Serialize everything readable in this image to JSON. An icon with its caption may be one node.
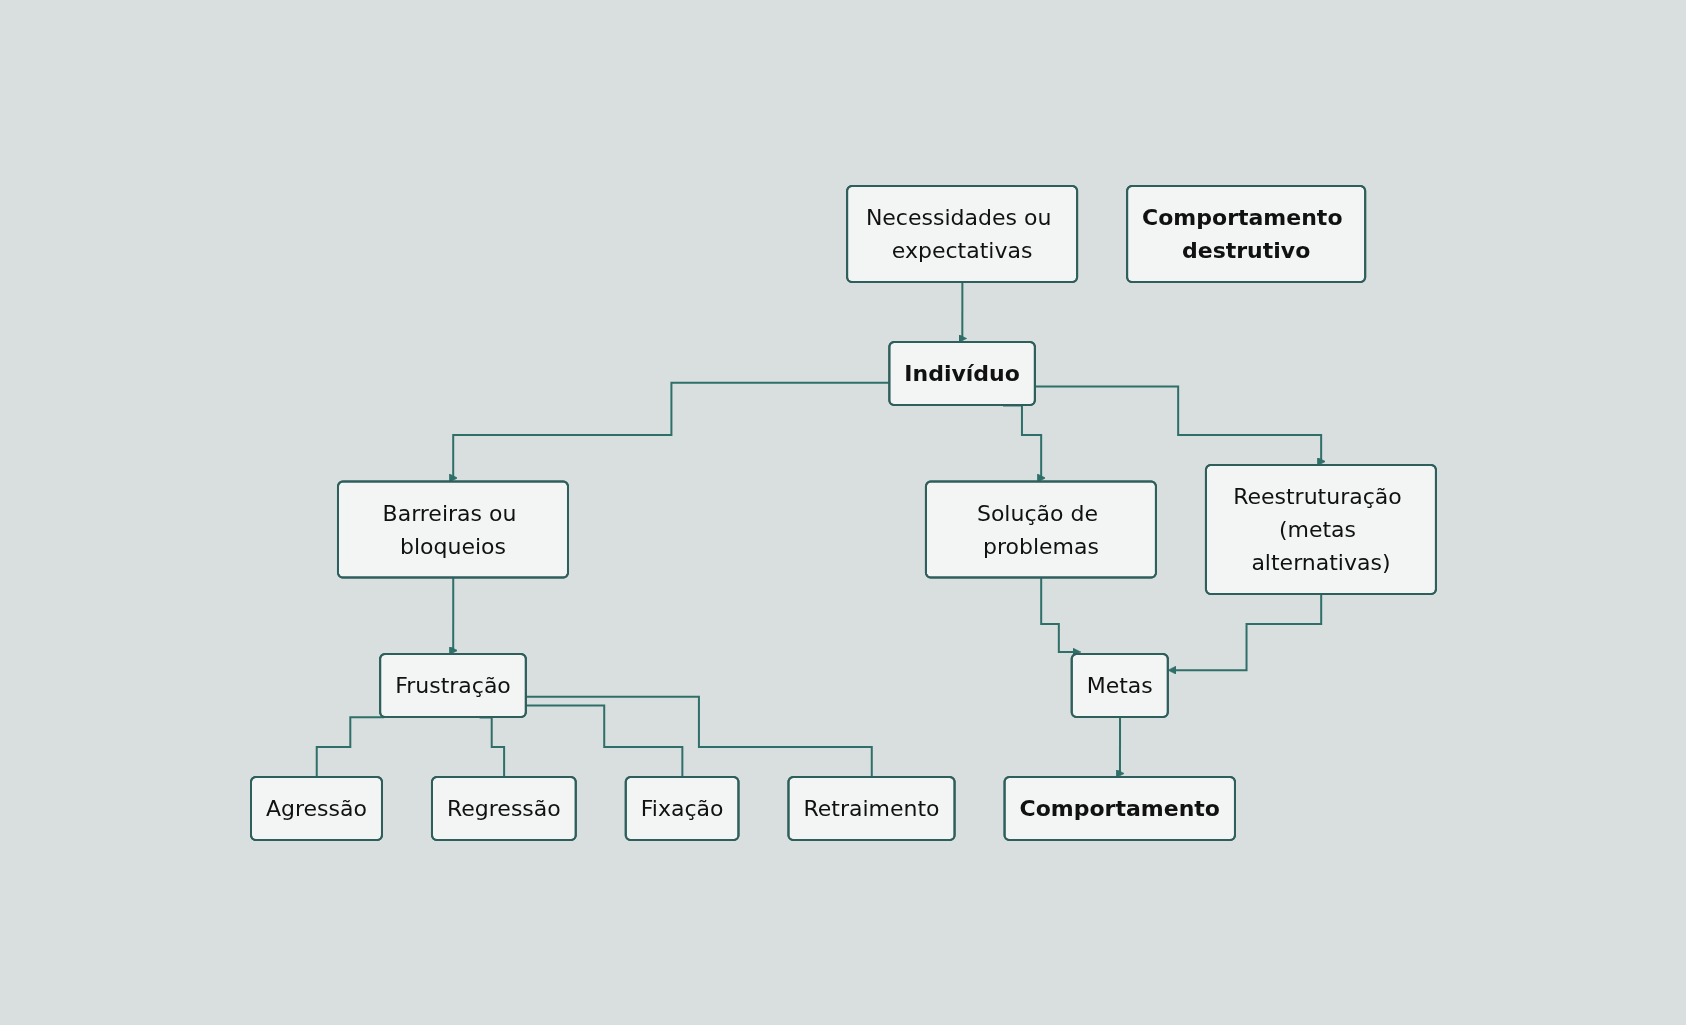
{
  "diagram": {
    "nodes": [
      {
        "text": [
          "Necessidades ou expectativas"
        ]
      },
      {
        "text": [
          "Indivíduo"
        ]
      },
      {
        "text": [
          "Barreiras ou bloqueios"
        ]
      },
      {
        "text": [
          "Solução de problemas"
        ]
      },
      {
        "text": [
          "Frustração"
        ]
      },
      {
        "text": [
          "Reestruturação (metas alternativas)"
        ]
      },
      {
        "text": [
          "Metas"
        ]
      },
      {
        "text": [
          "Comportamento"
        ]
      },
      {
        "text": [
          "Agressão"
        ]
      },
      {
        "text": [
          "Regressão"
        ]
      },
      {
        "text": [
          "Fixação"
        ]
      },
      {
        "text": [
          "Retraimento"
        ]
      },
      {
        "text": [
          "Comportamento destrutivo"
        ]
      }
    ],
    "edges": [
      {
        "from": 0,
        "to": 1,
        "arrow": "to"
      },
      {
        "from": 1,
        "to": 2,
        "arrow": "to"
      },
      {
        "from": 1,
        "to": 3,
        "arrow": "to"
      },
      {
        "from": 1,
        "to": 5,
        "arrow": "to"
      },
      {
        "from": 2,
        "to": 4,
        "arrow": "to"
      },
      {
        "from": 3,
        "to": 6,
        "arrow": "to"
      },
      {
        "from": 5,
        "to": 6,
        "arrow": "to"
      },
      {
        "from": 6,
        "to": 7,
        "arrow": "to"
      },
      {
        "from": 4,
        "to": 8,
        "arrow": "none"
      },
      {
        "from": 4,
        "to": 9,
        "arrow": "none"
      },
      {
        "from": 4,
        "to": 10,
        "arrow": "none"
      },
      {
        "from": 4,
        "to": 11,
        "arrow": "none"
      }
    ]
  }
}
